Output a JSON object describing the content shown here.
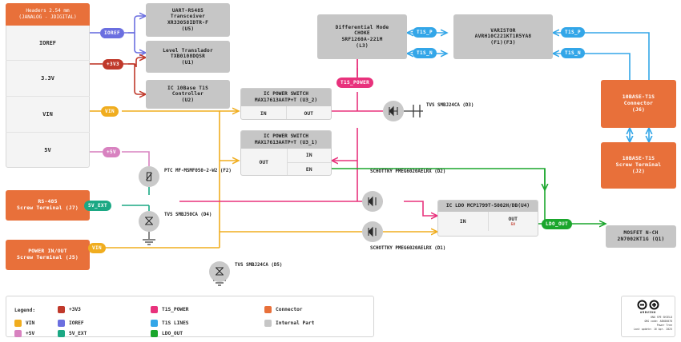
{
  "diagram": {
    "title": "UNO SPE Shield Power Tree",
    "colors": {
      "plus3v3": "#c0392b",
      "vin": "#f0ad1f",
      "plus5v": "#d882c0",
      "ioref": "#6b6fe0",
      "sv_ext": "#1ba884",
      "t1s_power": "#e8327c",
      "t1s_lines": "#33a6e8",
      "ldo_out": "#1aa62c",
      "connector": "#e8703a",
      "internal": "#c6c6c6"
    }
  },
  "header_block": {
    "title_line1": "Headers 2.54 mm",
    "title_line2": "(JANALOG - JDIGITAL)",
    "pins": [
      "IOREF",
      "3.3V",
      "VIN",
      "5V"
    ]
  },
  "parts": {
    "uart": {
      "l1": "UART-RS485",
      "l2": "Transceiver",
      "l3": "XR33058IDTR-F",
      "l4": "(U5)"
    },
    "level_translator": {
      "l1": "Level Translador",
      "l2": "TXB0108DQSR",
      "l3": "(U1)"
    },
    "t1s_controller": {
      "l1": "IC 10Base T1S",
      "l2": "Controller",
      "l3": "(U2)"
    },
    "choke": {
      "l1": "Differential Mode",
      "l2": "CHOKE",
      "l3": "SRF1260A-221M",
      "l4": "(L3)"
    },
    "varistor": {
      "l1": "VARISTOR",
      "l2": "AVRH10C221KT1R5YA8",
      "l3": "(F1)(F3)"
    },
    "connector_j6": {
      "l1": "10BASE-T1S",
      "l2": "Connector",
      "l3": "(J6)"
    },
    "screw_j2": {
      "l1": "10BASE-T1S",
      "l2": "Screw Terminal",
      "l3": "(J2)"
    },
    "rs485_j7": {
      "l1": "RS-485",
      "l2": "Screw Terminal (J7)"
    },
    "power_j5": {
      "l1": "POWER IN/OUT",
      "l2": "Screw Terminal (J5)"
    },
    "mosfet": {
      "l1": "MOSFET N-CH",
      "l2": "2N7002KT1G  (Q1)"
    },
    "switch_u3_2": {
      "head1": "IC POWER SWITCH",
      "head2": "MAX17613AATP+T  (U3_2)",
      "cells": [
        "IN",
        "OUT"
      ]
    },
    "switch_u3_1": {
      "head1": "IC POWER SWITCH",
      "head2": "MAX17613AATP+T  (U3_1)",
      "left_cell": "OUT",
      "right_cells": [
        "IN",
        "EN"
      ]
    },
    "ldo_u4": {
      "head1": "IC LDO",
      "head2": "MCP1799T-5002H/DB(U4)",
      "cells": [
        "IN",
        "OUT"
      ],
      "out_sub": "5V"
    }
  },
  "symbols": {
    "ptc_f2": {
      "l1": "PTC",
      "l2": "MF-MSMF050-2-W2",
      "l3": "(F2)"
    },
    "tvs_d4": {
      "l1": "TVS",
      "l2": "SMBJ50CA",
      "l3": "(D4)"
    },
    "tvs_d5": {
      "l1": "TVS",
      "l2": "SMBJ24CA",
      "l3": "(D5)"
    },
    "tvs_d3": {
      "l1": "TVS",
      "l2": "SMBJ24CA",
      "l3": "(D3)"
    },
    "schottky_d2": {
      "l1": "SCHOTTKY",
      "l2": "PMEG6020AELRX",
      "l3": "(D2)"
    },
    "schottky_d1": {
      "l1": "SCHOTTKY",
      "l2": "PMEG6020AELRX",
      "l3": "(D1)"
    }
  },
  "nets": {
    "ioref": "IOREF",
    "plus3v3": "+3V3",
    "vin": "VIN",
    "plus5v": "+5V",
    "sv_ext": "5V_EXT",
    "vin2": "VIN",
    "t1s_power": "T1S_POWER",
    "t1s_p_left": "T1S_P",
    "t1s_n_left": "T1S_N",
    "t1s_p_right": "T1S_P",
    "t1s_n_right": "T1S_N",
    "ldo_out": "LDO_OUT"
  },
  "legend": {
    "title": "Legend:",
    "items": [
      {
        "label": "+3V3",
        "color": "#c0392b"
      },
      {
        "label": "T1S_POWER",
        "color": "#e8327c"
      },
      {
        "label": "Connector",
        "color": "#e8703a"
      },
      {
        "label": "VIN",
        "color": "#f0ad1f"
      },
      {
        "label": "IOREF",
        "color": "#6b6fe0"
      },
      {
        "label": "T1S LINES",
        "color": "#33a6e8"
      },
      {
        "label": "Internal Part",
        "color": "#c6c6c6"
      },
      {
        "label": "+5V",
        "color": "#d882c0"
      },
      {
        "label": "5V_EXT",
        "color": "#1ba884"
      },
      {
        "label": "LDO_OUT",
        "color": "#1aa62c"
      }
    ]
  },
  "footer": {
    "brand": "ARDUINO",
    "line1": "UNO SPE SHIELD",
    "line2": "ORG code: ABX00078",
    "line3": "Power Tree",
    "line4": "Last update: 16 Apr. 2025"
  }
}
